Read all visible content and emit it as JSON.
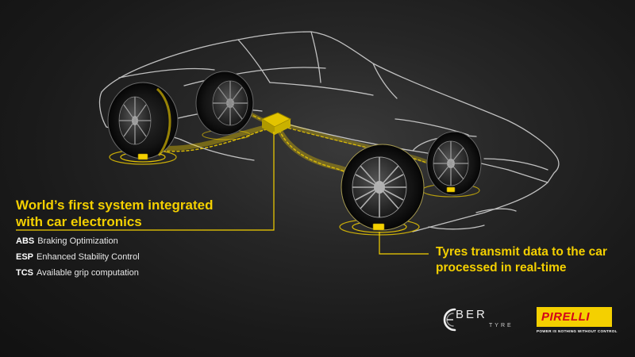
{
  "headline": {
    "line1": "World’s first system integrated",
    "line2": "with car electronics"
  },
  "features": [
    {
      "abbr": "ABS",
      "text": "Braking Optimization"
    },
    {
      "abbr": "ESP",
      "text": "Enhanced Stability Control"
    },
    {
      "abbr": "TCS",
      "text": "Available grip computation"
    }
  ],
  "callout": {
    "line1": "Tyres transmit data to the car",
    "line2": "processed in real-time"
  },
  "cyber_tyre_logo": {
    "word1": "BER",
    "word2": "TYRE"
  },
  "pirelli_logo": {
    "name": "PIRELLI",
    "tagline": "POWER IS NOTHING WITHOUT CONTROL"
  },
  "colors": {
    "accent": "#f4d000",
    "background": "#1c1c1c",
    "pirelli_red": "#d4001a",
    "outline": "#dcdcdc"
  },
  "icons": [
    "car-wireframe",
    "tyre",
    "sensor",
    "data-stream",
    "ecu-unit",
    "cyber-c-icon",
    "pirelli-p-icon"
  ]
}
